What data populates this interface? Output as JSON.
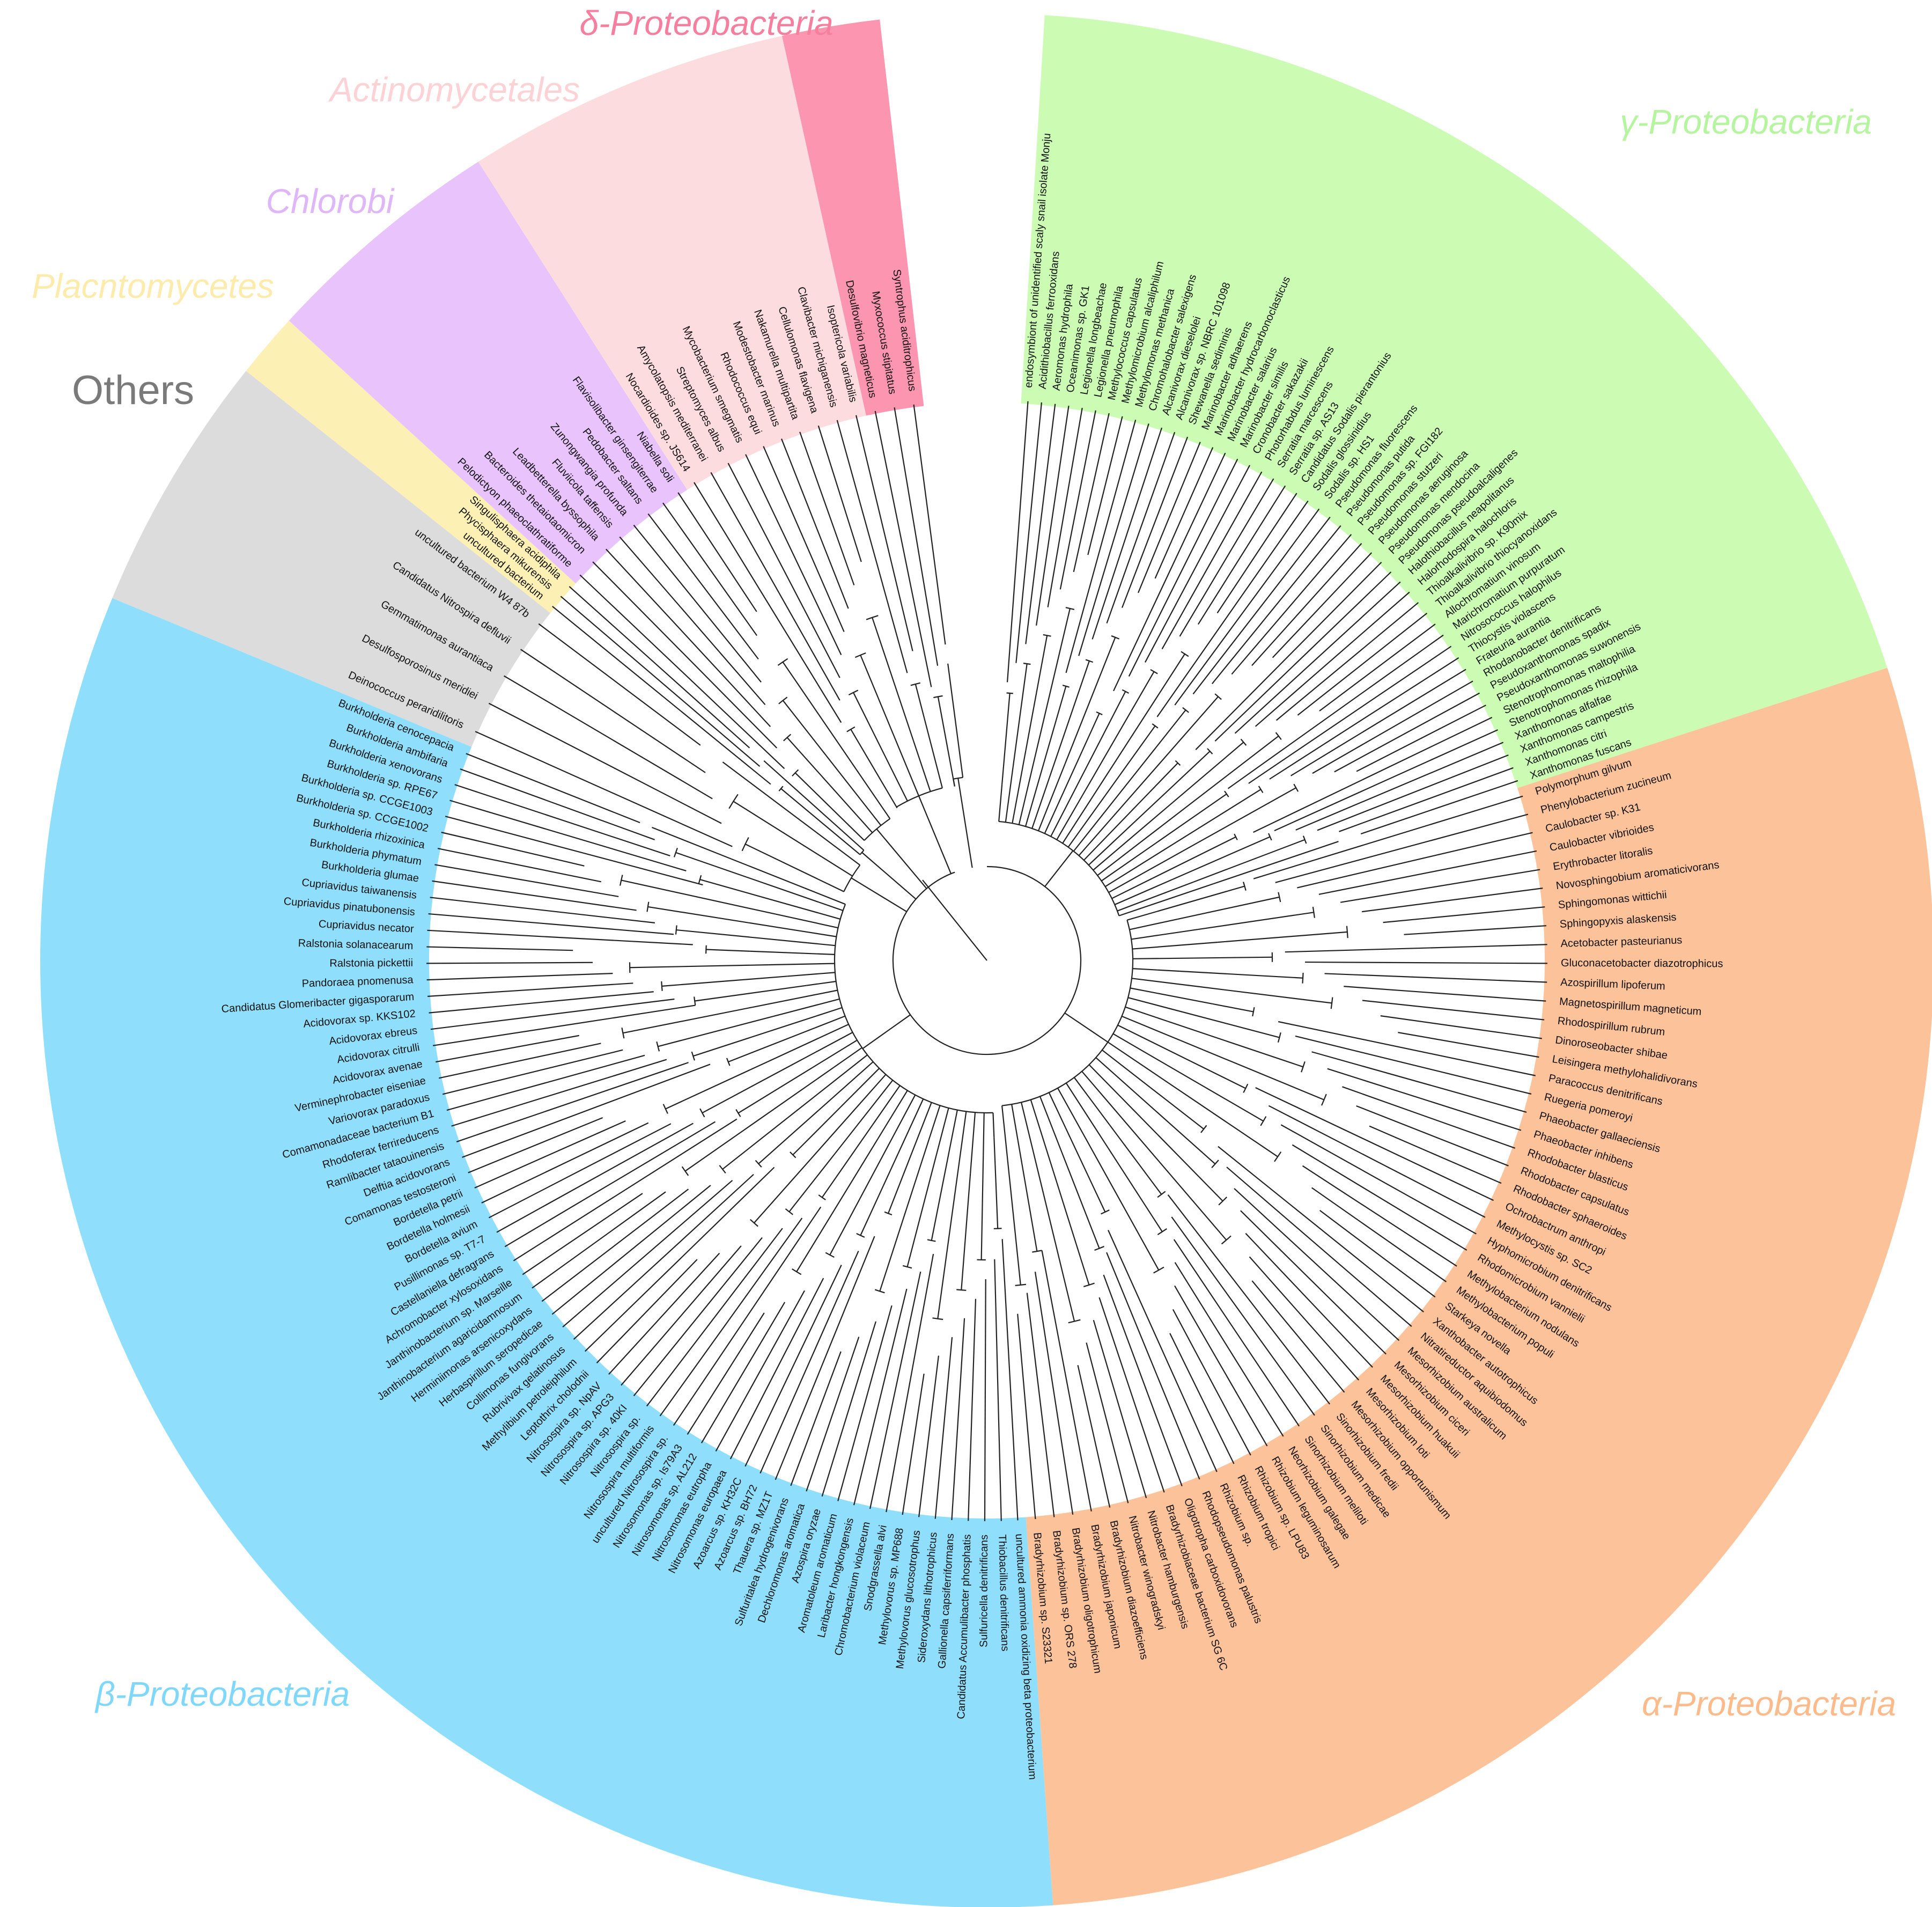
{
  "clades": [
    {
      "key": "gamma",
      "label": "γ-Proteobacteria",
      "color": "#ccfcb4",
      "text_color": "#b6f5a0",
      "members": [
        "endosymbiont of unidentified scaly snail isolate Monju",
        "Acidithiobacillus ferrooxidans",
        "Aeromonas hydrophila",
        "Oceanimonas sp. GK1",
        "Legionella longbeachae",
        "Legionella pneumophila",
        "Methylococcus capsulatus",
        "Methylomicrobium alcaliphilum",
        "Methylomonas methanica",
        "Chromohalobacter salexigens",
        "Alcanivorax dieselolei",
        "Alcanivorax sp. NBRC 101098",
        "Shewanella sediminis",
        "Marinobacter adhaerens",
        "Marinobacter hydrocarbonoclasticus",
        "Marinobacter salarius",
        "Marinobacter similis",
        "Cronobacter sakazakii",
        "Photorhabdus luminescens",
        "Serratia marcescens",
        "Serratia sp. AS13",
        "Candidatus Sodalis pierantonius",
        "Sodalis glossinidius",
        "Sodalis sp. HS1",
        "Pseudomonas fluorescens",
        "Pseudomonas putida",
        "Pseudomonas sp. FGI182",
        "Pseudomonas stutzeri",
        "Pseudomonas aeruginosa",
        "Pseudomonas mendocina",
        "Pseudomonas pseudoalcaligenes",
        "Halothiobacillus neapolitanus",
        "Halorhodospira halochloris",
        "Thioalkalivibrio sp. K90mix",
        "Thioalkalivibrio thiocyanoxidans",
        "Allochromatium vinosum",
        "Marichromatium purpuratum",
        "Nitrosococcus halophilus",
        "Thiocystis violascens",
        "Frateuria aurantia",
        "Rhodanobacter denitrificans",
        "Pseudoxanthomonas spadix",
        "Pseudoxanthomonas suwonensis",
        "Stenotrophomonas maltophilia",
        "Stenotrophomonas rhizophila",
        "Xanthomonas alfalfae",
        "Xanthomonas campestris",
        "Xanthomonas citri",
        "Xanthomonas fuscans"
      ]
    },
    {
      "key": "alpha",
      "label": "α-Proteobacteria",
      "color": "#fcc29a",
      "text_color": "#fdbb8c",
      "members": [
        "Polymorphum gilvum",
        "Phenylobacterium zucineum",
        "Caulobacter sp. K31",
        "Caulobacter vibrioides",
        "Erythrobacter litoralis",
        "Novosphingobium aromaticivorans",
        "Sphingomonas wittichii",
        "Sphingopyxis alaskensis",
        "Acetobacter pasteurianus",
        "Gluconacetobacter diazotrophicus",
        "Azospirillum lipoferum",
        "Magnetospirillum magneticum",
        "Rhodospirillum rubrum",
        "Dinoroseobacter shibae",
        "Leisingera methylohalidivorans",
        "Paracoccus denitrificans",
        "Ruegeria pomeroyi",
        "Phaeobacter gallaeciensis",
        "Phaeobacter inhibens",
        "Rhodobacter blasticus",
        "Rhodobacter capsulatus",
        "Rhodobacter sphaeroides",
        "Ochrobactrum anthropi",
        "Methylocystis sp. SC2",
        "Hyphomicrobium denitrificans",
        "Rhodomicrobium vannielii",
        "Methylobacterium nodulans",
        "Methylobacterium populi",
        "Starkeya novella",
        "Xanthobacter autotrophicus",
        "Nitratireductor aquibiodomus",
        "Mesorhizobium australicum",
        "Mesorhizobium ciceri",
        "Mesorhizobium huakuii",
        "Mesorhizobium loti",
        "Mesorhizobium opportunismum",
        "Sinorhizobium fredii",
        "Sinorhizobium medicae",
        "Sinorhizobium meliloti",
        "Neorhizobium galegae",
        "Rhizobium leguminosarum",
        "Rhizobium sp. LPU83",
        "Rhizobium tropici",
        "Rhizobium sp.",
        "Rhodopseudomonas palustris",
        "Oligotropha carboxidovorans",
        "Bradyrhizobiaceae bacterium SG 6C",
        "Nitrobacter hamburgensis",
        "Nitrobacter winogradskyi",
        "Bradyrhizobium diazoefficiens",
        "Bradyrhizobium japonicum",
        "Bradyrhizobium oligotrophicum",
        "Bradyrhizobium sp. ORS 278",
        "Bradyrhizobium sp. S23321"
      ]
    },
    {
      "key": "beta",
      "label": "β-Proteobacteria",
      "color": "#8fdffc",
      "text_color": "#7fd8fa",
      "members": [
        "uncultured ammonia oxidizing beta proteobacterium",
        "Thiobacillus denitrificans",
        "Sulfuricella denitrificans",
        "Candidatus Accumulibacter phosphatis",
        "Gallionella capsiferriformans",
        "Sideroxydans lithotrophicus",
        "Methylovorus glucosotrophus",
        "Methylovorus sp. MP688",
        "Snodgrassella alvi",
        "Chromobacterium violaceum",
        "Laribacter hongkongensis",
        "Aromatoleum aromaticum",
        "Azospira oryzae",
        "Dechloromonas aromatica",
        "Sulfuritalea hydrogenivorans",
        "Thauera sp. MZ1T",
        "Azoarcus sp. BH72",
        "Azoarcus sp. KH32C",
        "Nitrosomonas europaea",
        "Nitrosomonas eutropha",
        "Nitrosomonas sp. AL212",
        "Nitrosomonas sp. Is79A3",
        "uncultured Nitrosospira sp.",
        "Nitrosospira multiformis",
        "Nitrosospira sp.",
        "Nitrosospira sp. 40KI",
        "Nitrosospira sp. APG3",
        "Nitrosospira sp. NpAV",
        "Leptothrix cholodnii",
        "Methylibium petroleiphilum",
        "Rubrivivax gelatinosus",
        "Collimonas fungivorans",
        "Herbaspirillum seropedicae",
        "Herminiimonas arsenicoxydans",
        "Janthinobacterium agaricidamnosum",
        "Janthinobacterium sp. Marseille",
        "Achromobacter xylosoxidans",
        "Castellaniella defragrans",
        "Pusillimonas sp. T7-7",
        "Bordetella avium",
        "Bordetella holmesii",
        "Bordetella petrii",
        "Comamonas testosteroni",
        "Delftia acidovorans",
        "Ramlibacter tataouinensis",
        "Rhodoferax ferrireducens",
        "Comamonadaceae bacterium B1",
        "Variovorax paradoxus",
        "Verminephrobacter eiseniae",
        "Acidovorax avenae",
        "Acidovorax citrulli",
        "Acidovorax ebreus",
        "Acidovorax sp. KKS102",
        "Candidatus Glomeribacter gigasporarum",
        "Pandoraea pnomenusa",
        "Ralstonia pickettii",
        "Ralstonia solanacearum",
        "Cupriavidus necator",
        "Cupriavidus pinatubonensis",
        "Cupriavidus taiwanensis",
        "Burkholderia glumae",
        "Burkholderia phymatum",
        "Burkholderia rhizoxinica",
        "Burkholderia sp. CCGE1002",
        "Burkholderia sp. CCGE1003",
        "Burkholderia sp. RPE67",
        "Burkholderia xenovorans",
        "Burkholderia ambifaria",
        "Burkholderia cenocepacia"
      ]
    },
    {
      "key": "others",
      "label": "Others",
      "color": "#dcdcdc",
      "text_color": "#7a7a7a",
      "members": [
        "Deinococcus peraridilitoris",
        "Desulfosporosinus meridiei",
        "Gemmatimonas aurantiaca",
        "Candidatus Nitrospira defluvii",
        "uncultured bacterium W4 87b"
      ]
    },
    {
      "key": "planct",
      "label": "Placntomycetes",
      "color": "#fdf0b4",
      "text_color": "#fcebaa",
      "members": [
        "uncultured bacterium",
        "Phycisphaera mikurensis",
        "Singulisphaera acidiphila"
      ]
    },
    {
      "key": "chlorobi",
      "label": "Chlorobi",
      "color": "#e8c3fc",
      "text_color": "#dfb6f7",
      "members": [
        "Pelodictyon phaeoclathratiforme",
        "Bacteroides thetaiotaomicron",
        "Leadbetterella byssophila",
        "Fluviicola taffensis",
        "Zunongwangia profunda",
        "Pedobacter saltans",
        "Flavisolibacter ginsengiterrae",
        "Niabella soli"
      ]
    },
    {
      "key": "actino",
      "label": "Actinomycetales",
      "color": "#fddce0",
      "text_color": "#fcd2d7",
      "members": [
        "Nocardioides sp. JS614",
        "Amycolatopsis mediterranei",
        "Streptomyces albus",
        "Mycobacterium smegmatis",
        "Rhodococcus equi",
        "Modestobacter marinus",
        "Nakamurella multipartita",
        "Cellulomonas flavigena",
        "Clavibacter michiganensis",
        "Isoptericola variabilis"
      ]
    },
    {
      "key": "delta",
      "label": "δ-Proteobacteria",
      "color": "#fc95b0",
      "text_color": "#f67fa0",
      "members": [
        "Desulfovibrio magneticus",
        "Myxococcus stipitatus",
        "Syntrophus aciditrophicus"
      ]
    }
  ]
}
